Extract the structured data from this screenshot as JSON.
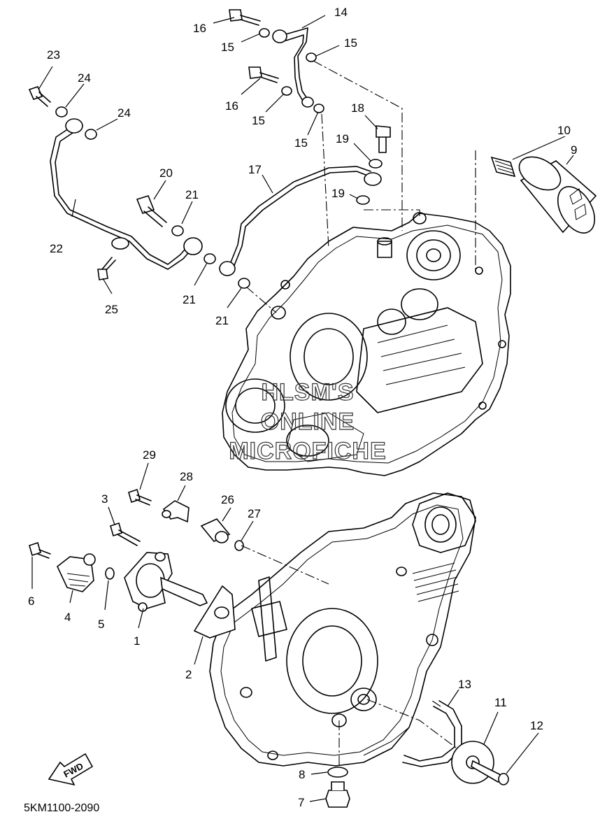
{
  "diagram_code": "5KM1100-2090",
  "watermark": {
    "line1": "HLSM'S",
    "line2": "ONLINE",
    "line3": "MICROFICHE"
  },
  "fwd_label": "FWD",
  "callouts": {
    "c1": "1",
    "c2": "2",
    "c3": "3",
    "c4": "4",
    "c5": "5",
    "c6": "6",
    "c7": "7",
    "c8": "8",
    "c9": "9",
    "c10": "10",
    "c11": "11",
    "c12": "12",
    "c13": "13",
    "c14": "14",
    "c15a": "15",
    "c15b": "15",
    "c15c": "15",
    "c15d": "15",
    "c16a": "16",
    "c16b": "16",
    "c17": "17",
    "c18": "18",
    "c19a": "19",
    "c19b": "19",
    "c20": "20",
    "c21a": "21",
    "c21b": "21",
    "c21c": "21",
    "c22": "22",
    "c23": "23",
    "c24a": "24",
    "c24b": "24",
    "c25": "25",
    "c26": "26",
    "c27": "27",
    "c28": "28",
    "c29": "29"
  }
}
